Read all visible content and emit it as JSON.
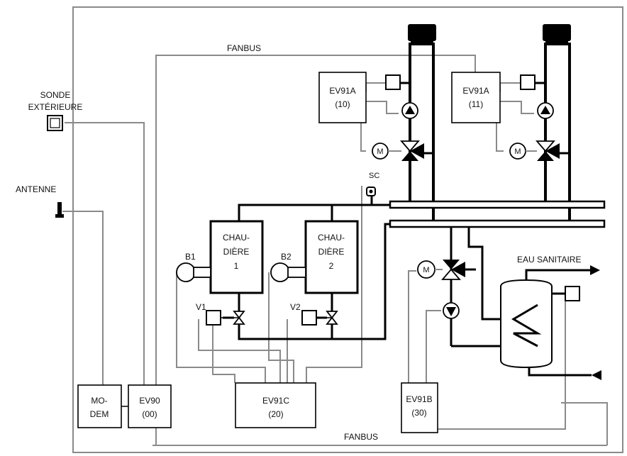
{
  "labels": {
    "fanbus_top": "FANBUS",
    "fanbus_bottom": "FANBUS",
    "sonde_line1": "SONDE",
    "sonde_line2": "EXTÉRIEURE",
    "antenne": "ANTENNE",
    "sc": "SC",
    "eau_sanitaire": "EAU SANITAIRE",
    "b1": "B1",
    "b2": "B2",
    "v1": "V1",
    "v2": "V2",
    "motor": "M"
  },
  "controllers": {
    "ev91a_10": {
      "line1": "EV91A",
      "line2": "(10)"
    },
    "ev91a_11": {
      "line1": "EV91A",
      "line2": "(11)"
    },
    "ev91c": {
      "line1": "EV91C",
      "line2": "(20)"
    },
    "ev91b": {
      "line1": "EV91B",
      "line2": "(30)"
    },
    "ev90": {
      "line1": "EV90",
      "line2": "(00)"
    },
    "modem": {
      "line1": "MO-",
      "line2": "DEM"
    }
  },
  "boilers": {
    "chaudiere1": {
      "line1": "CHAU-",
      "line2": "DIÈRE",
      "line3": "1"
    },
    "chaudiere2": {
      "line1": "CHAU-",
      "line2": "DIÈRE",
      "line3": "2"
    }
  }
}
